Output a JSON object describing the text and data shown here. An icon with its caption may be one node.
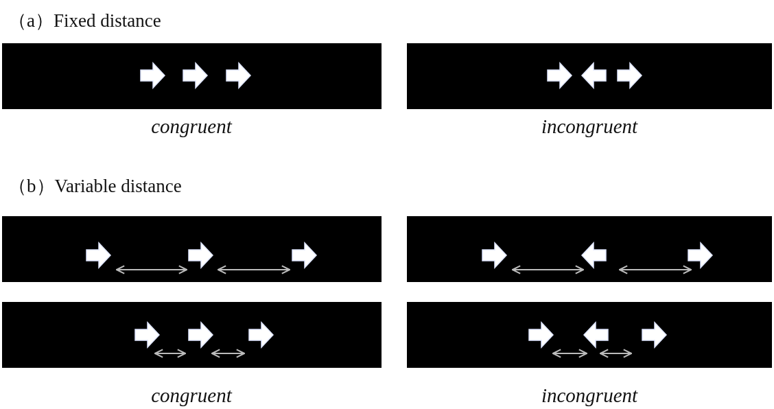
{
  "diagram": {
    "labels": [
      "（a）Fixed distance",
      "congruent",
      "incongruent",
      "（b）Variable distance",
      "congruent",
      "incongruent"
    ]
  }
}
